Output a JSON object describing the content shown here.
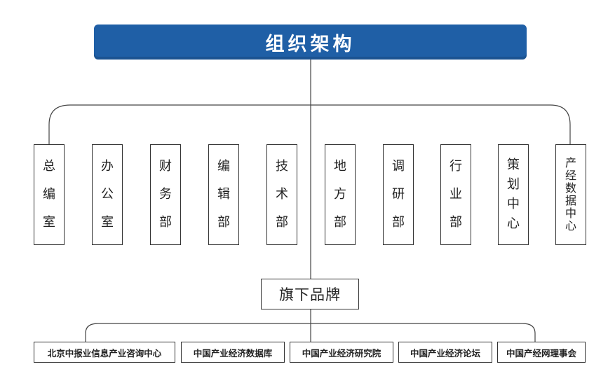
{
  "title": "组织架构",
  "departments": [
    {
      "label": "总编室"
    },
    {
      "label": "办公室"
    },
    {
      "label": "财务部"
    },
    {
      "label": "编辑部"
    },
    {
      "label": "技术部"
    },
    {
      "label": "地方部"
    },
    {
      "label": "调研部"
    },
    {
      "label": "行业部"
    },
    {
      "label": "策划中心"
    },
    {
      "label": "产经数据中心"
    }
  ],
  "brands_title": "旗下品牌",
  "brands": [
    {
      "label": "北京中报业信息产业咨询中心"
    },
    {
      "label": "中国产业经济数据库"
    },
    {
      "label": "中国产业经济研究院"
    },
    {
      "label": "中国产业经济论坛"
    },
    {
      "label": "中国产经网理事会"
    }
  ],
  "colors": {
    "header_bg": "#1f5fa6",
    "line": "#444444"
  }
}
